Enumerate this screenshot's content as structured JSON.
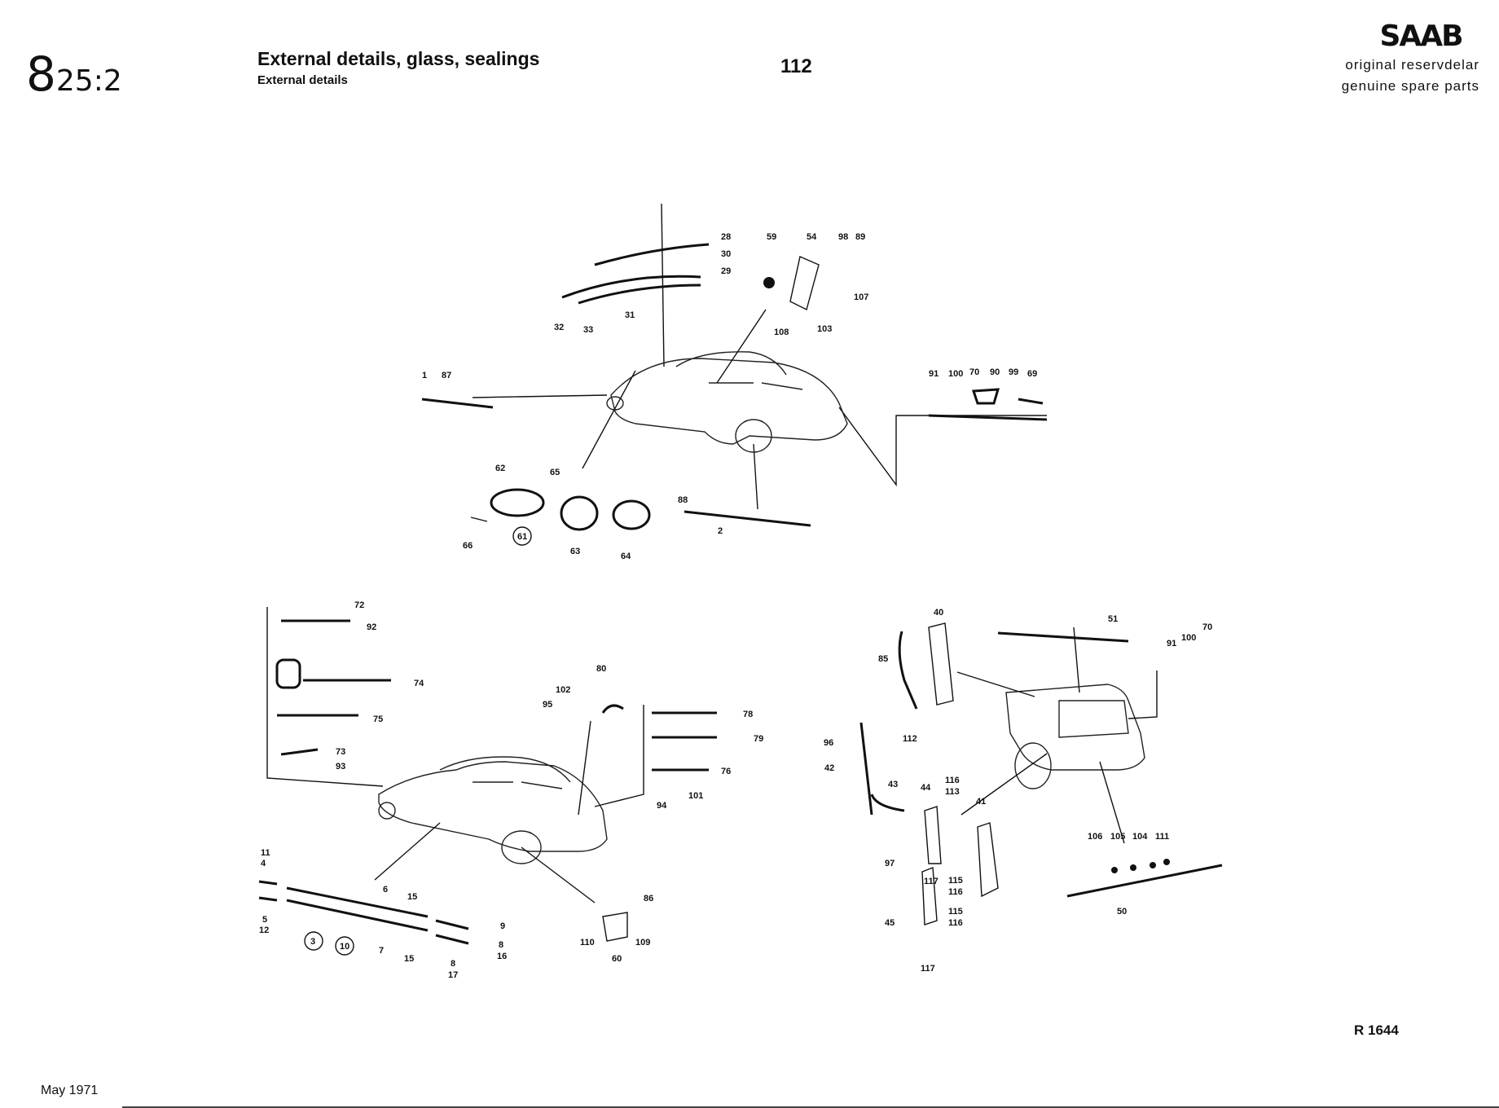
{
  "header": {
    "section_big": "8",
    "section_small": "25:2",
    "title": "External details, glass, sealings",
    "subtitle": "External details",
    "page_number": "112"
  },
  "brand": {
    "logo_text": "SAAB",
    "tagline_1": "original reservdelar",
    "tagline_2": "genuine spare parts"
  },
  "footer": {
    "reference": "R 1644",
    "date": "May 1971"
  },
  "callouts": {
    "top": [
      "28",
      "30",
      "29",
      "32",
      "33",
      "31",
      "59",
      "54",
      "98",
      "89",
      "107",
      "108",
      "103",
      "1",
      "87",
      "91",
      "100",
      "70",
      "90",
      "99",
      "69",
      "62",
      "65",
      "66",
      "61",
      "63",
      "64",
      "88",
      "2"
    ],
    "bottom_left": [
      "72",
      "92",
      "74",
      "75",
      "73",
      "93",
      "80",
      "102",
      "95",
      "78",
      "79",
      "76",
      "101",
      "94",
      "11",
      "4",
      "5",
      "12",
      "6",
      "15",
      "7",
      "15",
      "3",
      "10",
      "9",
      "8",
      "16",
      "8",
      "17",
      "86",
      "110",
      "109",
      "60"
    ],
    "bottom_right": [
      "40",
      "85",
      "112",
      "51",
      "91",
      "100",
      "70",
      "96",
      "42",
      "43",
      "44",
      "116",
      "113",
      "41",
      "97",
      "117",
      "115",
      "116",
      "45",
      "115",
      "116",
      "117",
      "106",
      "105",
      "104",
      "111",
      "50"
    ]
  }
}
